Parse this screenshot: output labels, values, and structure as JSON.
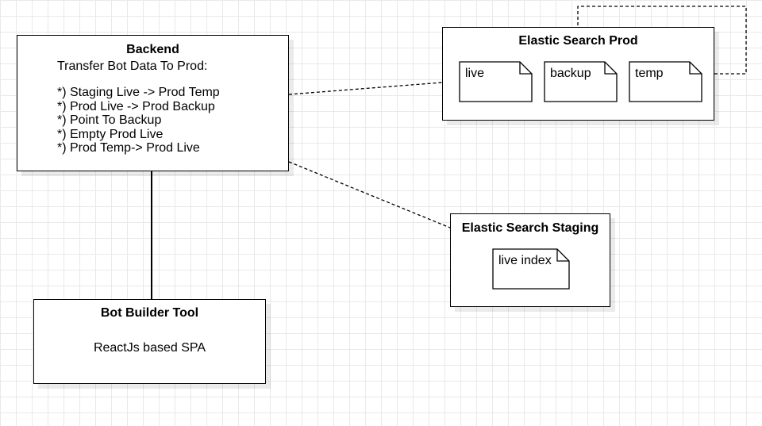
{
  "backend": {
    "title": "Backend",
    "subtitle": "Transfer Bot Data To Prod:",
    "steps": [
      "*) Staging Live -> Prod Temp",
      "*) Prod Live -> Prod Backup",
      "*) Point To Backup",
      "*) Empty Prod Live",
      "*) Prod Temp-> Prod Live"
    ]
  },
  "bot_builder": {
    "title": "Bot Builder Tool",
    "description": "ReactJs based SPA"
  },
  "es_prod": {
    "title": "Elastic Search Prod",
    "indices": [
      "live",
      "backup",
      "temp"
    ]
  },
  "es_staging": {
    "title": "Elastic Search Staging",
    "indices": [
      "live index"
    ]
  },
  "colors": {
    "stroke": "#000000",
    "grid": "#e9e9e9",
    "background": "#ffffff"
  }
}
